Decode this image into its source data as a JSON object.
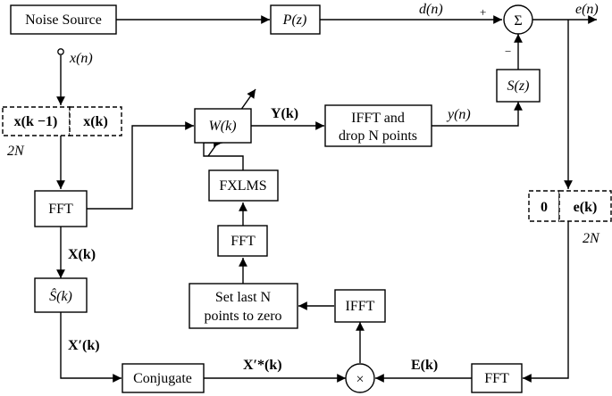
{
  "blocks": {
    "noise_source": "Noise Source",
    "primary_path": "P(z)",
    "sum_symbol": "Σ",
    "secondary_path": "S(z)",
    "buffer_x_prev": "x(k −1)",
    "buffer_x_cur": "x(k)",
    "buffer_e_zero": "0",
    "buffer_e_cur": "e(k)",
    "fft_x": "FFT",
    "weights": "W(k)",
    "ifft_drop_line1": "IFFT and",
    "ifft_drop_line2": "drop N points",
    "fxlms": "FXLMS",
    "fft_mid": "FFT",
    "set_zero_line1": "Set last N",
    "set_zero_line2": "points to zero",
    "ifft": "IFFT",
    "s_hat": "Ŝ(k)",
    "conjugate": "Conjugate",
    "multiply_symbol": "×",
    "fft_e": "FFT"
  },
  "labels": {
    "d_n": "d(n)",
    "e_n": "e(n)",
    "plus": "+",
    "minus": "−",
    "x_n": "x(n)",
    "two_n_left": "2N",
    "two_n_right": "2N",
    "Y_k": "Y(k)",
    "y_n": "y(n)",
    "X_k": "X(k)",
    "X_prime_k": "X′(k)",
    "X_conj_k": "X′*(k)",
    "E_k": "E(k)"
  }
}
